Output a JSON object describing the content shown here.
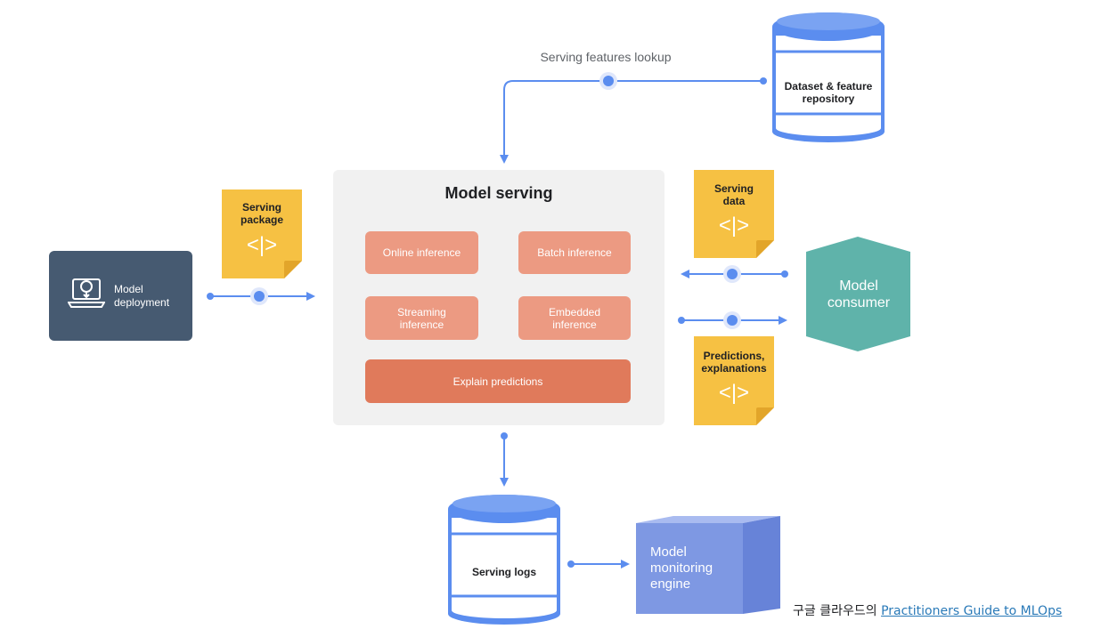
{
  "lookup_label": "Serving features lookup",
  "repository": {
    "label_line1": "Dataset & feature",
    "label_line2": "repository"
  },
  "serving": {
    "title": "Model serving",
    "online": "Online inference",
    "batch": "Batch inference",
    "streaming_line1": "Streaming",
    "streaming_line2": "inference",
    "embedded_line1": "Embedded",
    "embedded_line2": "inference",
    "explain": "Explain predictions"
  },
  "deployment": {
    "label_line1": "Model",
    "label_line2": "deployment"
  },
  "notes": {
    "package_line1": "Serving",
    "package_line2": "package",
    "data_line1": "Serving",
    "data_line2": "data",
    "predictions_line1": "Predictions,",
    "predictions_line2": "explanations",
    "code_glyph": "<|>"
  },
  "consumer": {
    "label_line1": "Model",
    "label_line2": "consumer"
  },
  "logs": {
    "label": "Serving logs"
  },
  "monitoring": {
    "label_line1": "Model",
    "label_line2": "monitoring",
    "label_line3": "engine"
  },
  "citation": {
    "prefix": "구글 클라우드의 ",
    "link_text": "Practitioners Guide to MLOps"
  },
  "colors": {
    "arrow": "#5b8def",
    "note": "#f6c143",
    "deploy": "#465a71",
    "consumer": "#5fb3aa",
    "monitor": "#7e98e3",
    "cylinder": "#5b8def"
  }
}
